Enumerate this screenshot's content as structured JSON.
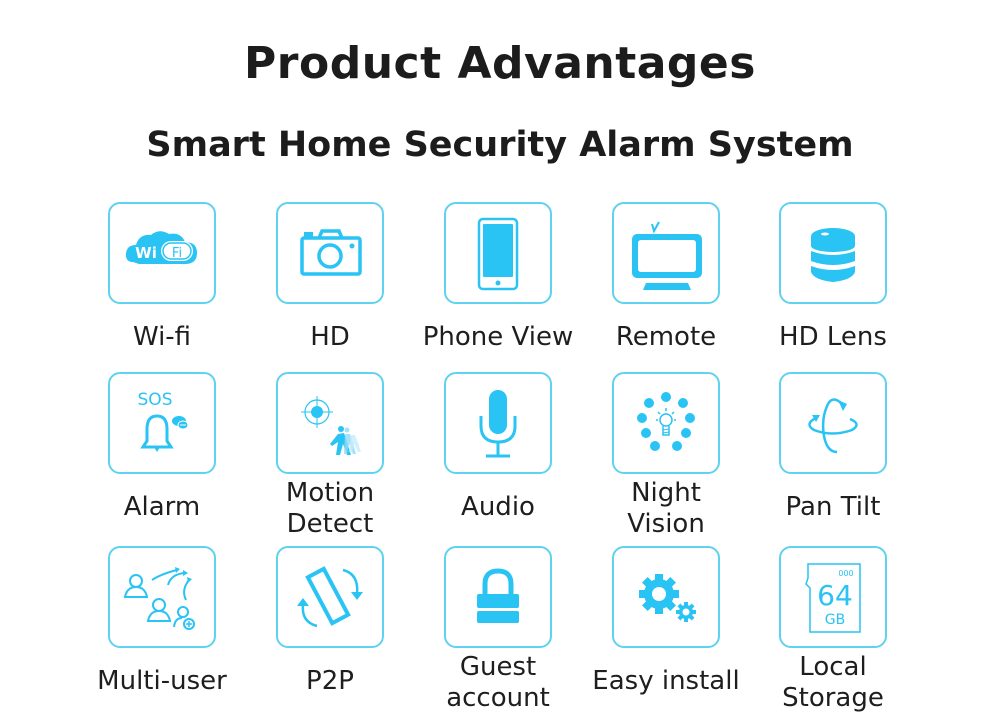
{
  "header": {
    "title": "Product Advantages",
    "subtitle": "Smart Home Security Alarm System"
  },
  "colors": {
    "accent": "#29c3f4",
    "border": "#5fd2ef",
    "text": "#1e1e1e",
    "background": "#ffffff"
  },
  "features": [
    {
      "label": "Wi-fi",
      "icon": "wifi-cloud-icon",
      "icon_text": [
        "Wi",
        "Fi"
      ]
    },
    {
      "label": "HD",
      "icon": "camera-icon"
    },
    {
      "label": "Phone View",
      "icon": "tablet-phone-icon"
    },
    {
      "label": "Remote",
      "icon": "tv-monitor-icon"
    },
    {
      "label": "HD Lens",
      "icon": "lens-stack-icon"
    },
    {
      "label": "Alarm",
      "icon": "sos-bell-icon",
      "icon_text": "SOS"
    },
    {
      "label_lines": [
        "Motion",
        "Detect"
      ],
      "icon": "motion-target-icon"
    },
    {
      "label": "Audio",
      "icon": "microphone-icon"
    },
    {
      "label_lines": [
        "Night",
        "Vision"
      ],
      "icon": "night-vision-led-icon"
    },
    {
      "label": "Pan Tilt",
      "icon": "rotation-axis-icon"
    },
    {
      "label": "Multi-user",
      "icon": "multi-user-icon"
    },
    {
      "label": "P2P",
      "icon": "rotate-device-icon"
    },
    {
      "label_lines": [
        "Guest",
        "account"
      ],
      "icon": "padlock-icon"
    },
    {
      "label": "Easy install",
      "icon": "gears-icon"
    },
    {
      "label_lines": [
        "Local",
        "Storage"
      ],
      "icon": "sd-card-icon",
      "icon_text": [
        "000",
        "64",
        "GB"
      ]
    }
  ]
}
